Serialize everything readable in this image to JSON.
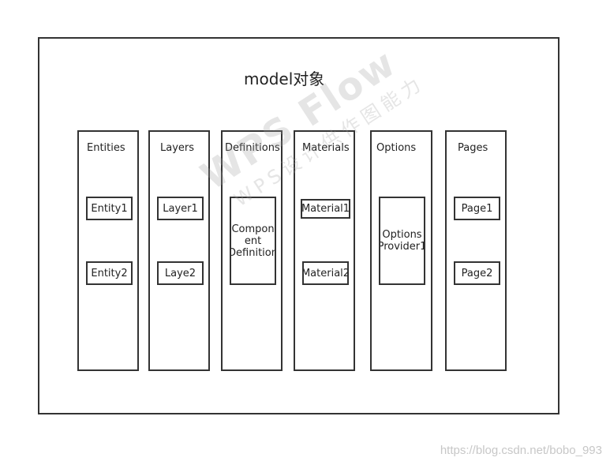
{
  "diagram": {
    "title": "model对象",
    "columns": [
      {
        "title": "Entities",
        "items": [
          "Entity1",
          "Entity2"
        ]
      },
      {
        "title": "Layers",
        "items": [
          "Layer1",
          "Laye2"
        ]
      },
      {
        "title": "Definitions",
        "items": [
          "Compon ent Definition"
        ]
      },
      {
        "title": "Materials",
        "items": [
          "Material1",
          "Material2"
        ]
      },
      {
        "title": "Options",
        "items": [
          "Options Provider1"
        ]
      },
      {
        "title": "Pages",
        "items": [
          "Page1",
          "Page2"
        ]
      }
    ]
  },
  "watermark": {
    "main": "WPS Flow",
    "sub": "WPS设计供作图能力"
  },
  "footer": {
    "text": "https://blog.csdn.net/bobo_993"
  },
  "colors": {
    "stroke": "#333333",
    "text": "#222222",
    "watermark": "#a0a0a0",
    "footer": "#c7c7c7"
  }
}
